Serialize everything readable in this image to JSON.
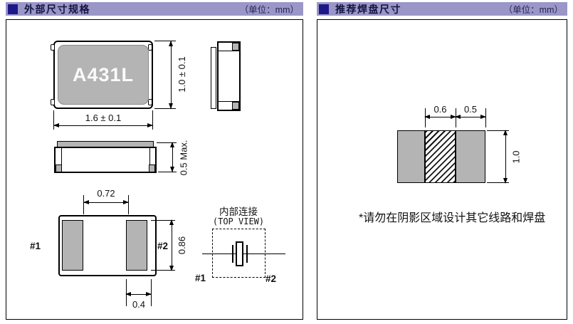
{
  "left_panel": {
    "header": {
      "title": "外部尺寸规格",
      "unit": "（单位：mm）"
    },
    "top_view": {
      "part_label": "A431L",
      "dim_width": "1.6 ± 0.1",
      "dim_height": "1.0 ± 0.1"
    },
    "side_view": {
      "dim_height": "0.5 Max."
    },
    "bottom_view": {
      "dim_pad_gap": "0.72",
      "dim_pad_height": "0.86",
      "dim_pad_width": "0.4",
      "pin1": "#1",
      "pin2": "#2"
    },
    "internal_connection": {
      "title": "内部连接",
      "subtitle": "(TOP VIEW)",
      "pin1": "#1",
      "pin2": "#2"
    }
  },
  "right_panel": {
    "header": {
      "title": "推荐焊盘尺寸",
      "unit": "（单位：mm）"
    },
    "land_pattern": {
      "dim_gap": "0.6",
      "dim_pad_width": "0.5",
      "dim_pad_height": "1.0"
    },
    "note": "*请勿在阴影区域设计其它线路和焊盘"
  },
  "colors": {
    "header_bar": "#9a96c8",
    "header_accent": "#1d1888",
    "component_fill": "#b4b4b4",
    "line": "#000000",
    "background": "#ffffff"
  }
}
